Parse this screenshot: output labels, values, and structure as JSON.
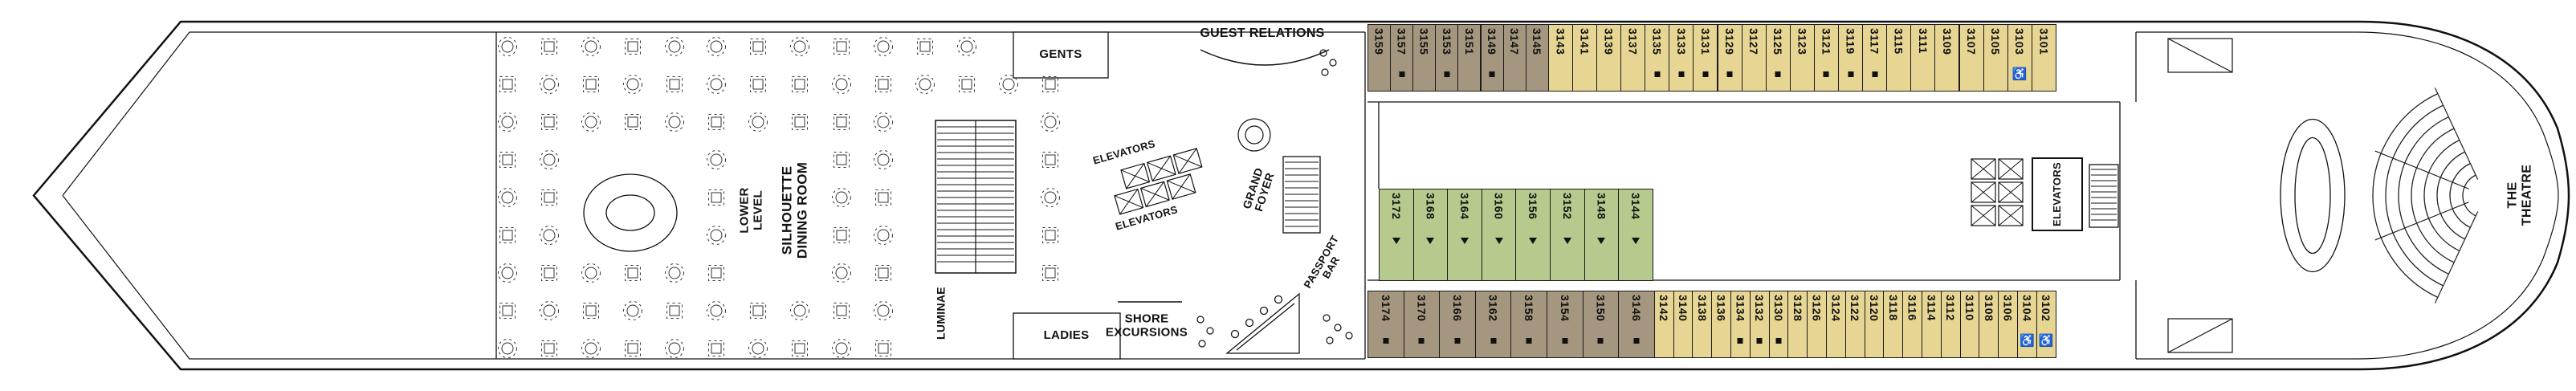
{
  "venues": {
    "gents": "GENTS",
    "ladies": "LADIES",
    "guest_relations": "GUEST RELATIONS",
    "shore_excursions": "SHORE\nEXCURSIONS",
    "elevators_fwd_a": "ELEVATORS",
    "elevators_fwd_b": "ELEVATORS",
    "elevators_mid": "ELEVATORS",
    "grand_foyer": "GRAND\nFOYER",
    "passport_bar": "PASSPORT\nBAR",
    "dining_room": "SILHOUETTE\nDINING ROOM",
    "lower_level": "LOWER\nLEVEL",
    "luminae": "LUMINAE",
    "theatre": "THE\nTHEATRE"
  },
  "colors": {
    "tan": "#e6d593",
    "brown": "#a4967f",
    "green": "#b5ca8c",
    "line": "#111111"
  },
  "symbols": {
    "wheelchair": "♿"
  },
  "cabins": {
    "top_row": [
      {
        "number": "3159",
        "color": "brown",
        "marker": ""
      },
      {
        "number": "3157",
        "color": "brown",
        "marker": "square"
      },
      {
        "number": "3155",
        "color": "brown",
        "marker": ""
      },
      {
        "number": "3153",
        "color": "brown",
        "marker": "square"
      },
      {
        "number": "3151",
        "color": "brown",
        "marker": ""
      },
      {
        "number": "3149",
        "color": "brown",
        "marker": "square"
      },
      {
        "number": "3147",
        "color": "brown",
        "marker": ""
      },
      {
        "number": "3145",
        "color": "brown",
        "marker": ""
      },
      {
        "number": "3143",
        "color": "tan",
        "marker": ""
      },
      {
        "number": "3141",
        "color": "tan",
        "marker": ""
      },
      {
        "number": "3139",
        "color": "tan",
        "marker": ""
      },
      {
        "number": "3137",
        "color": "tan",
        "marker": ""
      },
      {
        "number": "3135",
        "color": "tan",
        "marker": "square"
      },
      {
        "number": "3133",
        "color": "tan",
        "marker": "square"
      },
      {
        "number": "3131",
        "color": "tan",
        "marker": "square"
      },
      {
        "number": "3129",
        "color": "tan",
        "marker": "square"
      },
      {
        "number": "3127",
        "color": "tan",
        "marker": ""
      },
      {
        "number": "3125",
        "color": "tan",
        "marker": "square"
      },
      {
        "number": "3123",
        "color": "tan",
        "marker": ""
      },
      {
        "number": "3121",
        "color": "tan",
        "marker": "square"
      },
      {
        "number": "3119",
        "color": "tan",
        "marker": "square"
      },
      {
        "number": "3117",
        "color": "tan",
        "marker": "square"
      },
      {
        "number": "3115",
        "color": "tan",
        "marker": ""
      },
      {
        "number": "3111",
        "color": "tan",
        "marker": ""
      },
      {
        "number": "3109",
        "color": "tan",
        "marker": ""
      },
      {
        "number": "3107",
        "color": "tan",
        "marker": ""
      },
      {
        "number": "3105",
        "color": "tan",
        "marker": ""
      },
      {
        "number": "3103",
        "color": "tan",
        "marker": "wheelchair"
      },
      {
        "number": "3101",
        "color": "tan",
        "marker": ""
      }
    ],
    "green_row": [
      {
        "number": "3172",
        "color": "green",
        "marker": "triangle"
      },
      {
        "number": "3168",
        "color": "green",
        "marker": "triangle"
      },
      {
        "number": "3164",
        "color": "green",
        "marker": "triangle"
      },
      {
        "number": "3160",
        "color": "green",
        "marker": "triangle"
      },
      {
        "number": "3156",
        "color": "green",
        "marker": "triangle"
      },
      {
        "number": "3152",
        "color": "green",
        "marker": "triangle"
      },
      {
        "number": "3148",
        "color": "green",
        "marker": "triangle"
      },
      {
        "number": "3144",
        "color": "green",
        "marker": "triangle"
      }
    ],
    "bottom_row": [
      {
        "number": "3174",
        "color": "brown",
        "marker": "square"
      },
      {
        "number": "3170",
        "color": "brown",
        "marker": "square"
      },
      {
        "number": "3166",
        "color": "brown",
        "marker": "square"
      },
      {
        "number": "3162",
        "color": "brown",
        "marker": "square"
      },
      {
        "number": "3158",
        "color": "brown",
        "marker": "square"
      },
      {
        "number": "3154",
        "color": "brown",
        "marker": "square"
      },
      {
        "number": "3150",
        "color": "brown",
        "marker": "square"
      },
      {
        "number": "3146",
        "color": "brown",
        "marker": "square"
      },
      {
        "number": "3142",
        "color": "tan",
        "marker": ""
      },
      {
        "number": "3140",
        "color": "tan",
        "marker": ""
      },
      {
        "number": "3138",
        "color": "tan",
        "marker": ""
      },
      {
        "number": "3136",
        "color": "tan",
        "marker": ""
      },
      {
        "number": "3134",
        "color": "tan",
        "marker": "square"
      },
      {
        "number": "3132",
        "color": "tan",
        "marker": "square"
      },
      {
        "number": "3130",
        "color": "tan",
        "marker": "square"
      },
      {
        "number": "3128",
        "color": "tan",
        "marker": ""
      },
      {
        "number": "3126",
        "color": "tan",
        "marker": ""
      },
      {
        "number": "3124",
        "color": "tan",
        "marker": ""
      },
      {
        "number": "3122",
        "color": "tan",
        "marker": ""
      },
      {
        "number": "3120",
        "color": "tan",
        "marker": ""
      },
      {
        "number": "3118",
        "color": "tan",
        "marker": ""
      },
      {
        "number": "3116",
        "color": "tan",
        "marker": ""
      },
      {
        "number": "3114",
        "color": "tan",
        "marker": ""
      },
      {
        "number": "3112",
        "color": "tan",
        "marker": ""
      },
      {
        "number": "3110",
        "color": "tan",
        "marker": ""
      },
      {
        "number": "3108",
        "color": "tan",
        "marker": ""
      },
      {
        "number": "3106",
        "color": "tan",
        "marker": ""
      },
      {
        "number": "3104",
        "color": "tan",
        "marker": "wheelchair"
      },
      {
        "number": "3102",
        "color": "tan",
        "marker": "wheelchair"
      }
    ]
  }
}
